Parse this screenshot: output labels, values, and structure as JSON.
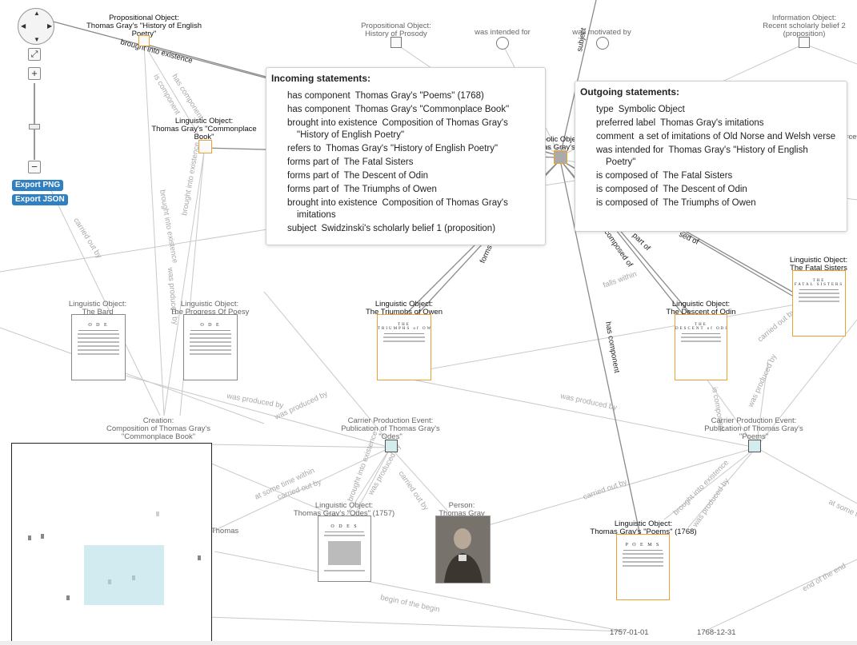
{
  "controls": {
    "export_png": "Export PNG",
    "export_json": "Export JSON",
    "zoom_in": "+",
    "zoom_out": "−",
    "fit": "⤢"
  },
  "nodes": {
    "prop_history_label": "Propositional Object:\nThomas Gray's \"History of English\nPoetry\"",
    "prop_prosody_label": "Propositional Object:\nHistory of Prosody",
    "intended_label": "was intended for",
    "motivated_label": "was motivated by",
    "info_label": "Information Object:\nRecent scholarly belief 2\n(proposition)",
    "commonplace_label": "Linguistic Object:\nThomas Gray's \"Commonplace\nBook\"",
    "bard_label": "Linguistic Object:\nThe Bard",
    "progress_label": "Linguistic Object:\nThe Progress Of Poesy",
    "owen_label": "Linguistic Object:\nThe Triumphs of Owen",
    "descent_label": "Linguistic Object:\nThe Descent of Odin",
    "fatal_label": "Linguistic Object:\nThe Fatal Sisters",
    "creation_label": "Creation:\nComposition of Thomas Gray's\n\"Commonplace Book\"",
    "odes_event_label": "Carrier Production Event:\nPublication of Thomas Gray's\n\"Odes\"",
    "poems_event_label": "Carrier Production Event:\nPublication of Thomas Gray's\n\"Poems\"",
    "odes_obj_label": "Linguistic Object:\nThomas Gray's \"Odes\" (1757)",
    "person_label": "Person:\nThomas Gray",
    "poems_obj_label": "Linguistic Object:\nThomas Gray's \"Poems\" (1768)",
    "symbolic_label": "Symbolic Object\nThomas Gray's im",
    "partial_label": "rce",
    "thomas_label": "Thomas"
  },
  "thumbs": {
    "bard_title": "O D E",
    "progress_title": "O D E",
    "owen_title": "THE\nTRIUMPHS of OWEN",
    "descent_title": "THE\nDESCENT of ODIN",
    "fatal_title": "THE\nFATAL SISTERS",
    "odes_title": "O D E S",
    "poems_title": "P O E M S"
  },
  "edge_labels": {
    "brought_into_existence": "brought into existence",
    "has_component": "has component",
    "is_component": "is component",
    "carried_out_by": "carried out by",
    "was_produced_by": "was produced by",
    "subject": "subject",
    "forms_part": "forms part",
    "composed_of": "composed of",
    "part_of": "part of",
    "sed_of": "sed of",
    "falls_within": "falls within",
    "at_some_time_within": "at some time within",
    "begin_of_the_begin": "begin of the begin",
    "end_of_the_end": "end of the end",
    "at_some_time": "at some tim"
  },
  "incoming": {
    "title": "Incoming statements:",
    "items": [
      {
        "pred": "has component",
        "obj": "Thomas Gray's \"Poems\" (1768)"
      },
      {
        "pred": "has component",
        "obj": "Thomas Gray's \"Commonplace Book\""
      },
      {
        "pred": "brought into existence",
        "obj": "Composition of Thomas Gray's \"History of English Poetry\""
      },
      {
        "pred": "refers to",
        "obj": "Thomas Gray's \"History of English Poetry\""
      },
      {
        "pred": "forms part of",
        "obj": "The Fatal Sisters"
      },
      {
        "pred": "forms part of",
        "obj": "The Descent of Odin"
      },
      {
        "pred": "forms part of",
        "obj": "The Triumphs of Owen"
      },
      {
        "pred": "brought into existence",
        "obj": "Composition of Thomas Gray's imitations"
      },
      {
        "pred": "subject",
        "obj": "Swidzinski's scholarly belief 1 (proposition)"
      }
    ]
  },
  "outgoing": {
    "title": "Outgoing statements:",
    "items": [
      {
        "pred": "type",
        "obj": "Symbolic Object"
      },
      {
        "pred": "preferred label",
        "obj": "Thomas Gray's imitations"
      },
      {
        "pred": "comment",
        "obj": "a set of imitations of Old Norse and Welsh verse"
      },
      {
        "pred": "was intended for",
        "obj": "Thomas Gray's \"History of English Poetry\""
      },
      {
        "pred": "is composed of",
        "obj": "The Fatal Sisters"
      },
      {
        "pred": "is composed of",
        "obj": "The Descent of Odin"
      },
      {
        "pred": "is composed of",
        "obj": "The Triumphs of Owen"
      }
    ]
  },
  "timeline": {
    "start": "1757-01-01",
    "end": "1768-12-31"
  },
  "colors": {
    "accent": "#2f7fc1",
    "highlight": "#f0a030",
    "event": "#d4ecec",
    "minimap_view": "#cde9f0"
  }
}
